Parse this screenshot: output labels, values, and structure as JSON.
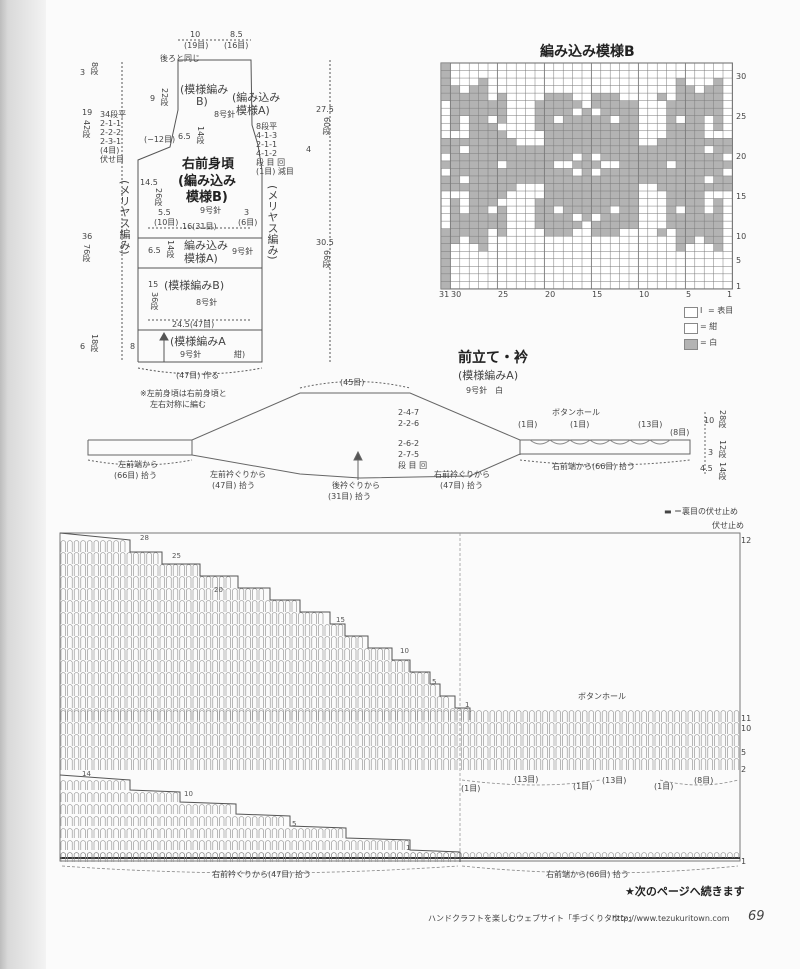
{
  "page": {
    "number": "69",
    "footer_site": "ハンドクラフトを楽しむウェブサイト「手づくりタウン」",
    "footer_url": "http://www.tezukuritown.com",
    "continue": "★次のページへ続きます"
  },
  "body": {
    "w_top1": "10",
    "w_top1s": "(19目)",
    "w_top2": "8.5",
    "w_top2s": "(16目)",
    "back_same": "後ろと同じ",
    "l_3": "3",
    "l_3s": "8段",
    "l_19": "19",
    "l_19s": "42段",
    "l_36": "36",
    "l_36s": "76段",
    "l_6": "6",
    "l_6s": "18段",
    "r_275": "27.5",
    "r_275s": "60段",
    "r_305": "30.5",
    "r_305s": "66段",
    "r_4": "4",
    "dec_left": [
      "34段平",
      "2-1-1",
      "2-2-2",
      "2-3-1"
    ],
    "dec_left_bo": "(4目)",
    "dec_left_bo2": "伏せ目",
    "dec_right": [
      "8段平",
      "4-1-3",
      "2-1-1",
      "4-1-2"
    ],
    "dec_right_tail": [
      "段 目 回",
      "(1目) 減目"
    ],
    "m12": "(−12目)",
    "s_9": "9",
    "s_22": "22段",
    "s_65a": "6.5",
    "s_14a": "14段",
    "s_145": "14.5",
    "s_26": "26段",
    "s_55": "5.5",
    "s_10m": "(10目)",
    "s_3": "3",
    "s_6m": "(6目)",
    "s_16": "16(31目)",
    "s_65b": "6.5",
    "s_14b": "14段",
    "s_15": "15",
    "s_36": "36段",
    "s_245": "24.5(47目)",
    "s_8": "8",
    "s_18": "18段",
    "p_moyoB": "(模様編み",
    "p_moyoB2": "B)",
    "p_amikomiA": "(編み込み",
    "p_amikomiA2": "模様A)",
    "p_8hari": "8号針",
    "p_title": "右前身頃",
    "p_amiB": "(編み込み",
    "p_amiB2": "模様B)",
    "p_9hari": "9号針",
    "p_ami2": "編み込み",
    "p_ami2b": "模様A)",
    "p_9hari2": "9号針",
    "p_moyoB3": "(模様編みB)",
    "p_8hari2": "8号針",
    "p_moyoA": "(模様編みA",
    "p_9hari3": "9号針",
    "p_kon": "紺)",
    "meriyasu_l": "(メリヤス編み)",
    "meriyasu_r": "(メリヤス編み)",
    "make47": "(47目) 作る",
    "note1": "※左前身頃は右前身頃と",
    "note2": "左右対称に編む"
  },
  "chartB": {
    "title": "編み込み模様B",
    "legend": [
      "= 表目",
      "= 紺",
      "= 白"
    ],
    "legend_sym": "Ⅰ",
    "row_labels": [
      "30",
      "25",
      "20",
      "15",
      "10",
      "5",
      "1"
    ],
    "col_labels": [
      "31",
      "30",
      "25",
      "20",
      "15",
      "10",
      "5",
      "1"
    ],
    "colors": {
      "grid": "#7a7a7a",
      "white_cells": "#b3b3b3",
      "bg": "#ffffff"
    },
    "pattern": [
      "1000000000000000000000000000000",
      "1000000000000000000000000000000",
      "1000100000000000000000000100010",
      "1101100000000000000000000110110",
      "1111101000011100111000010111110",
      "0111111000111110111110001111110",
      "0111111000111101011110001111110",
      "0101101000110111110110001011010",
      "0101110000111111111110001111010",
      "0001111000011111111110001111000",
      "1111111100011111111110011111111",
      "1101111111111111111111111111011",
      "0111111111111101011111111111110",
      "1111110111110011100111110111111",
      "0111111111111101011111111111110",
      "1101111111111111111111111111011",
      "1111111100011111111110011111111",
      "0001111000011111111110001111000",
      "0101110000111111111110001111010",
      "0101101000110111110110001011010",
      "0111111000111101011110001111110",
      "0111111000111110111110001111110",
      "1111101000011100111000010111110",
      "1101100000000000000000000110110",
      "1000100000000000000000000100010",
      "1000000000000000000000000000000",
      "1000000000000000000000000000000",
      "1000000000000000000000000000000",
      "1000000000000000000000000000000",
      "1000000000000000000000000000000"
    ]
  },
  "collar": {
    "title": "前立て・衿",
    "sub": "(模様編みA)",
    "needle": "9号針　白",
    "w45": "(45目)",
    "dec1": [
      "2-4-7",
      "2-2-6"
    ],
    "dec2": [
      "2-6-2",
      "2-7-5",
      "段 目 回"
    ],
    "pick_left": "左前端から",
    "pick_left2": "(66目) 拾う",
    "pick_lneck": "左前衿ぐりから",
    "pick_lneck2": "(47目) 拾う",
    "pick_back": "後衿ぐりから",
    "pick_back2": "(31目) 拾う",
    "pick_rneck": "右前衿ぐりから",
    "pick_rneck2": "(47目) 拾う",
    "pick_right": "右前端から(66目) 拾う",
    "bh": "ボタンホール",
    "m1a": "(1目)",
    "m1b": "(1目)",
    "m13": "(13目)",
    "m8": "(8目)",
    "h10": "10",
    "h28": "28段",
    "h3": "3",
    "h12": "12段",
    "h45": "4.5",
    "h14": "14段"
  },
  "stitch": {
    "legend": "＝裏目の伏せ止め",
    "legend_sym": "▬",
    "bind_off": "伏せ止め",
    "bh": "ボタンホール",
    "right_rows": [
      "12",
      "11",
      "10",
      "5",
      "2",
      "1"
    ],
    "m1a": "(1目)",
    "m13a": "(13目)",
    "m1b": "(1目)",
    "m13b": "(13目)",
    "m1c": "(1目)",
    "m8": "(8目)",
    "pick_neck": "右前衿ぐりから(47目) 拾う",
    "pick_front": "右前端から(66目) 拾う",
    "row_nums": [
      "28",
      "25",
      "20",
      "15",
      "10",
      "5",
      "1",
      "14",
      "10",
      "5",
      "1"
    ]
  }
}
